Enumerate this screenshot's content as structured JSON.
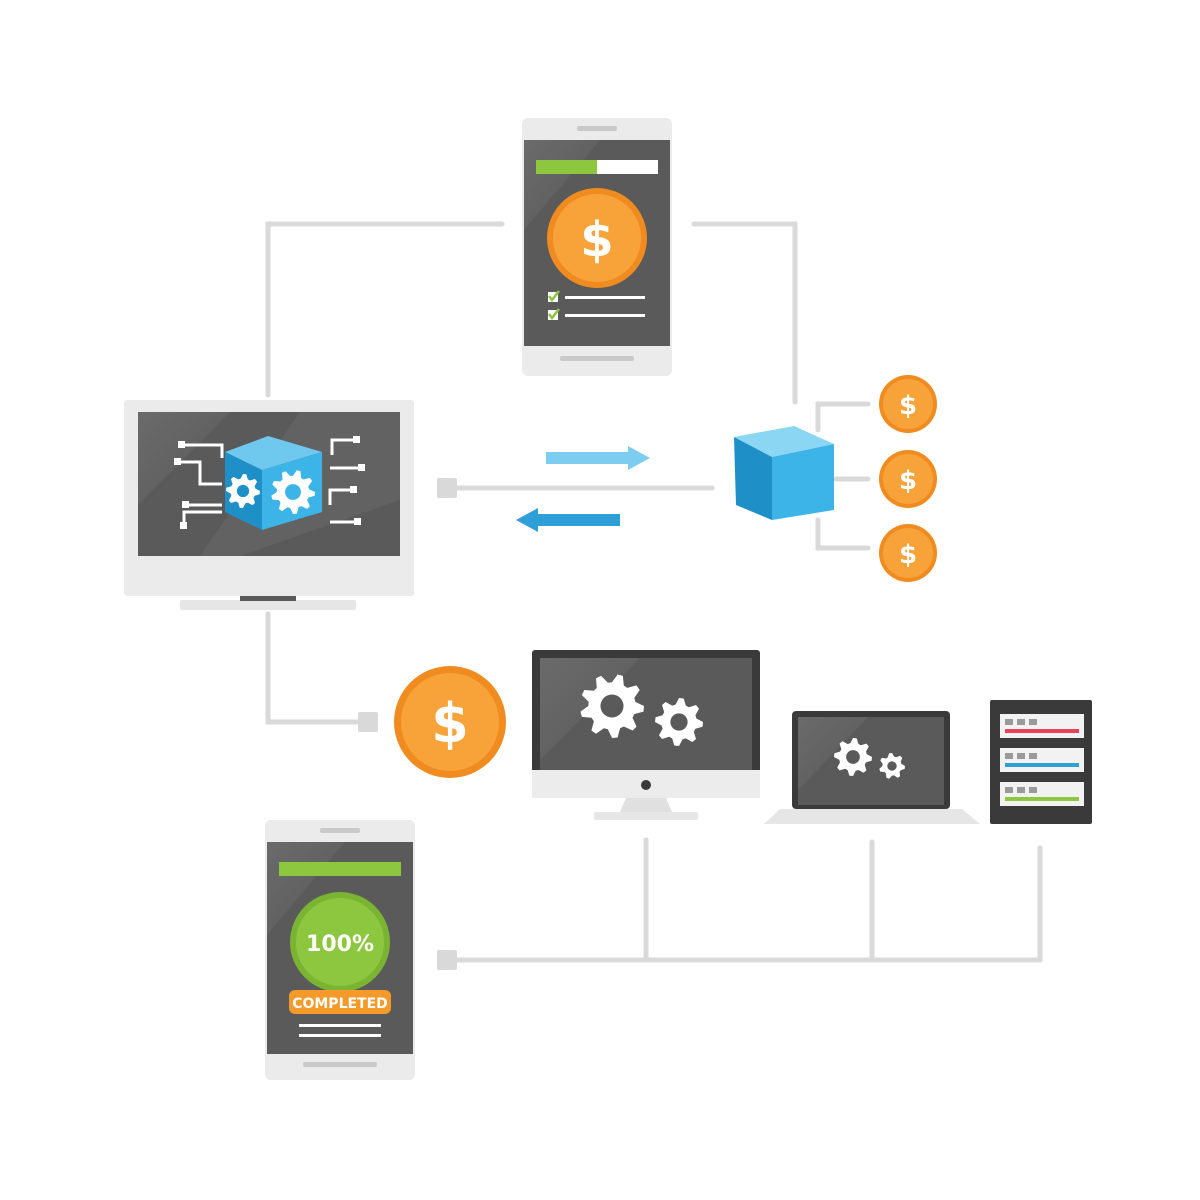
{
  "colors": {
    "connector": "#d9d9d9",
    "device_frame": "#ebebeb",
    "screen": "#5a5a5b",
    "coin": "#f7a33a",
    "coin_edge": "#f08c1f",
    "cube_light": "#3db4e8",
    "cube_dark": "#1f8fc7",
    "arrow_light": "#7dcdf0",
    "arrow_dark": "#2f9fd8",
    "progress_green": "#8dc63f",
    "badge_orange": "#f39a2b"
  },
  "icons": {
    "coin": "dollar-coin-icon",
    "gear": "gear-icon",
    "cube": "cube-icon",
    "check": "checkbox-checked-icon"
  },
  "coin_symbol": "$",
  "top_phone": {
    "progress": 0.5
  },
  "bottom_phone": {
    "progress": 1.0,
    "percent_label": "100%",
    "status_label": "COMPLETED"
  }
}
